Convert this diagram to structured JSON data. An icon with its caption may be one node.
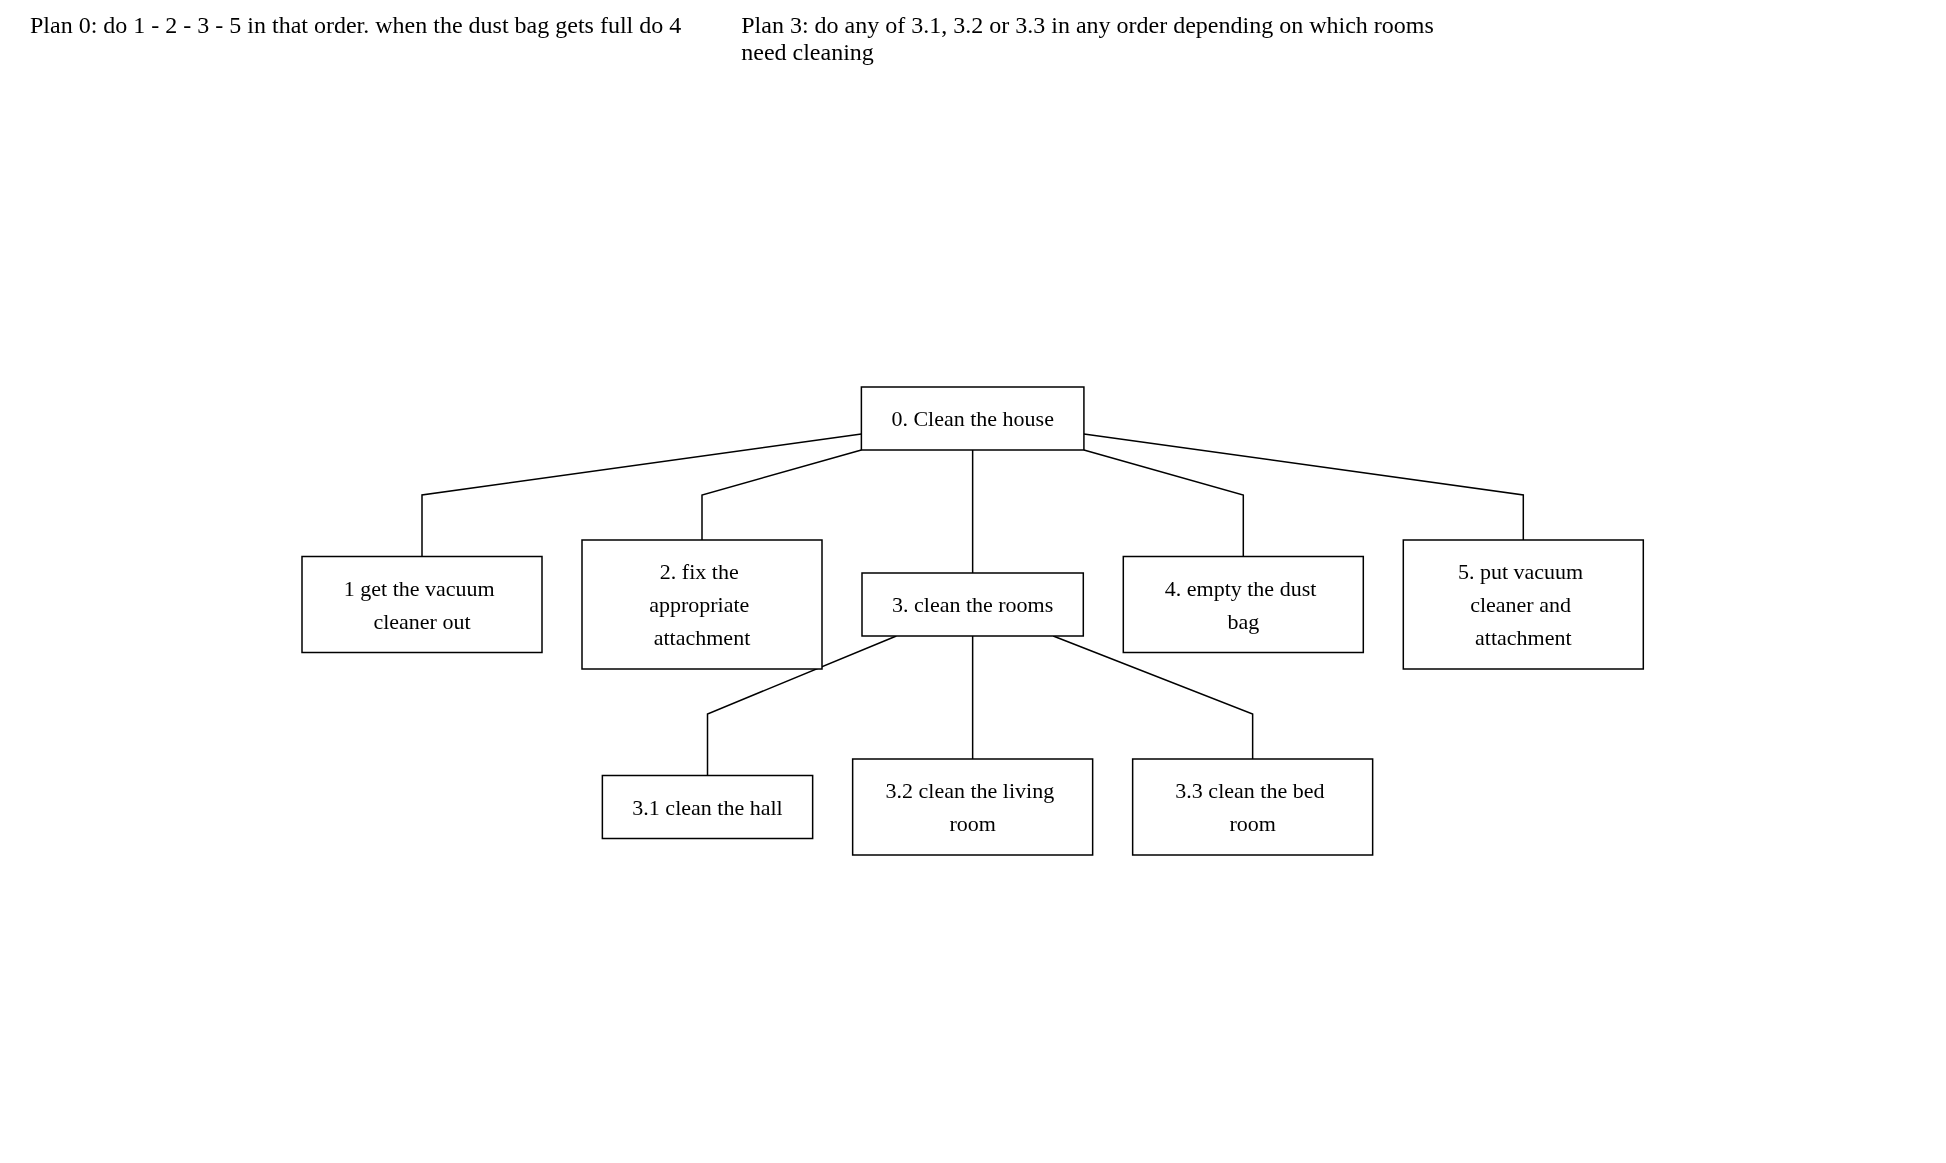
{
  "diagram": {
    "nodes": [
      {
        "text": [
          "0. Clean the house"
        ]
      },
      {
        "text": [
          "1 get the vacuum cleaner out"
        ]
      },
      {
        "text": [
          "2. fix the appropriate attachment"
        ]
      },
      {
        "text": [
          "3. clean the rooms"
        ]
      },
      {
        "text": [
          "4. empty the dust bag"
        ]
      },
      {
        "text": [
          "5. put vacuum cleaner and attachment"
        ]
      },
      {
        "text": [
          "3.1 clean the hall"
        ]
      },
      {
        "text": [
          "3.2 clean the living room"
        ]
      },
      {
        "text": [
          "3.3 clean the bed room"
        ]
      }
    ],
    "edges": [
      {
        "from": 0,
        "to": 1,
        "arrow": "none"
      },
      {
        "from": 0,
        "to": 2,
        "arrow": "none"
      },
      {
        "from": 0,
        "to": 3,
        "arrow": "none"
      },
      {
        "from": 0,
        "to": 4,
        "arrow": "none"
      },
      {
        "from": 0,
        "to": 5,
        "arrow": "none"
      },
      {
        "from": 3,
        "to": 6,
        "arrow": "none"
      },
      {
        "from": 3,
        "to": 7,
        "arrow": "none"
      },
      {
        "from": 3,
        "to": 8,
        "arrow": "none"
      }
    ],
    "labels": [
      "Plan 0: do 1 - 2 - 3 - 5 in that order. when the dust bag gets full do 4",
      "Plan 3: do any of 3.1, 3.2 or 3.3 in any order depending on which rooms need cleaning"
    ]
  }
}
